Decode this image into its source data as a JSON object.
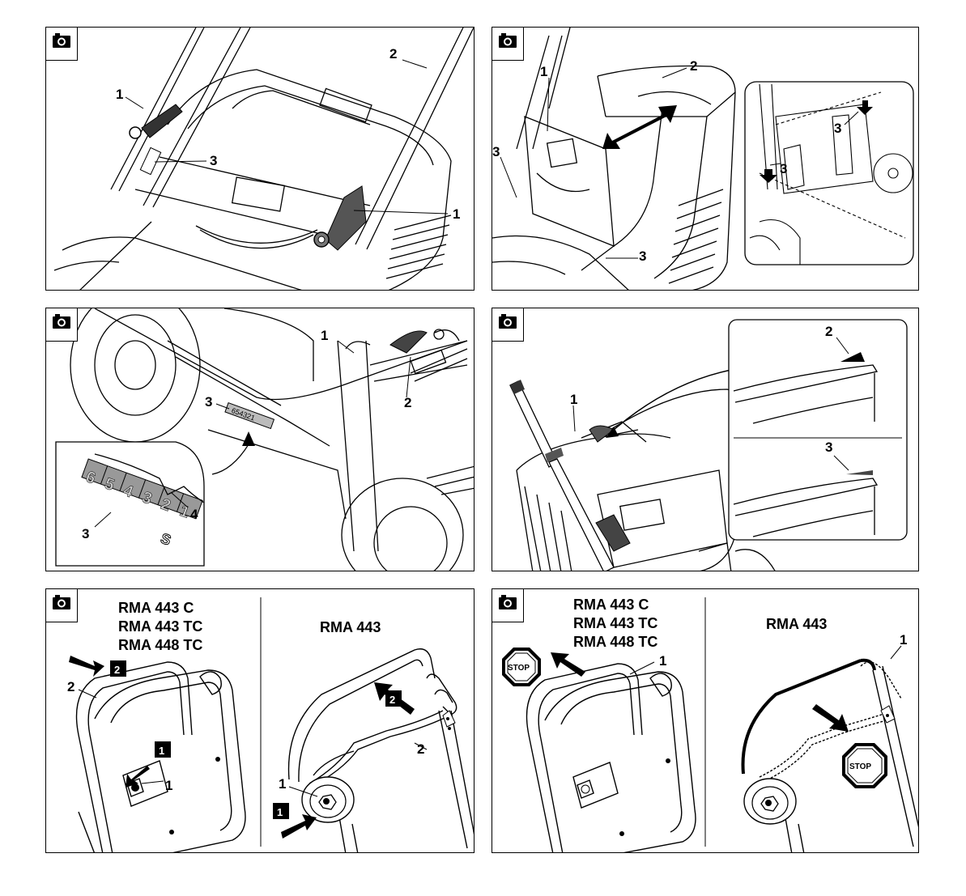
{
  "panels": {
    "p1": {
      "labels": [
        "1",
        "2",
        "3",
        "1"
      ]
    },
    "p2": {
      "labels": [
        "1",
        "2",
        "3",
        "3",
        "3",
        "3"
      ]
    },
    "p3": {
      "labels": [
        "1",
        "2",
        "3",
        "3",
        "4"
      ],
      "scale_digits": "6 5 4 3 2 1",
      "scale_s": "S",
      "scale_small": "654321"
    },
    "p4": {
      "labels": [
        "1",
        "2",
        "3"
      ]
    },
    "p5": {
      "models_left": [
        "RMA 443 C",
        "RMA 443 TC",
        "RMA 448 TC"
      ],
      "model_right": "RMA 443",
      "labels": [
        "2",
        "1",
        "1",
        "2"
      ],
      "step1": "1",
      "step2": "2"
    },
    "p6": {
      "models_left": [
        "RMA 443 C",
        "RMA 443 TC",
        "RMA 448 TC"
      ],
      "model_right": "RMA 443",
      "labels": [
        "1",
        "1"
      ],
      "stop": "STOP"
    }
  }
}
